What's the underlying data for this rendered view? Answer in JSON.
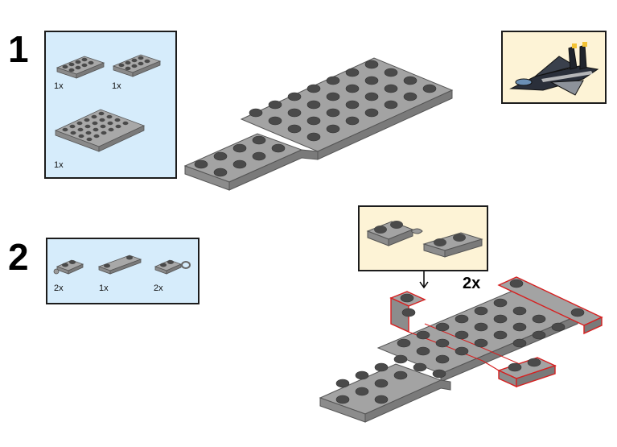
{
  "steps": [
    {
      "number": "1",
      "parts": [
        {
          "part": "plate-2x4",
          "quantity": "1x"
        },
        {
          "part": "plate-2x4",
          "quantity": "1x"
        },
        {
          "part": "plate-4x6",
          "quantity": "1x"
        }
      ]
    },
    {
      "number": "2",
      "parts": [
        {
          "part": "plate-1x2-clip",
          "quantity": "2x"
        },
        {
          "part": "plate-1x4",
          "quantity": "1x"
        },
        {
          "part": "plate-1x2-ring",
          "quantity": "2x"
        }
      ],
      "callout": {
        "quantity": "2x"
      }
    }
  ],
  "model_preview": {
    "icon": "jet-fighter-icon"
  },
  "colors": {
    "brick_top": "#a3a3a3",
    "brick_side": "#8c8c8c",
    "brick_dark": "#6f6f6f",
    "stud": "#4a4a4a",
    "parts_bg": "#d6ecfb",
    "callout_bg": "#fdf3d6",
    "highlight": "#d62020"
  }
}
